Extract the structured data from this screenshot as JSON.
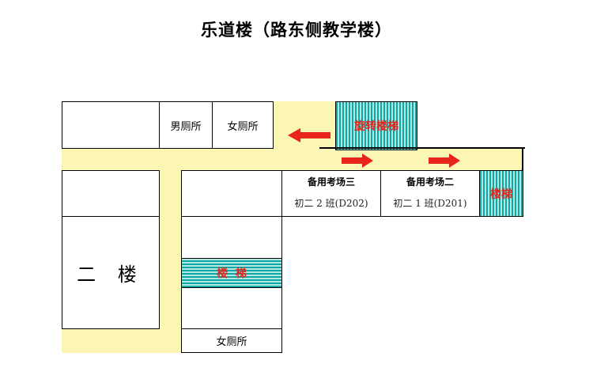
{
  "title": "乐道楼（路东侧教学楼）",
  "rooms": {
    "mens_restroom": "男厕所",
    "womens_restroom_top": "女厕所",
    "womens_restroom_bottom": "女厕所",
    "building_two": "二 楼"
  },
  "stairs": {
    "spiral": "旋转楼梯",
    "right": "楼梯",
    "middle": "楼  梯"
  },
  "exam_rooms": [
    {
      "name": "备用考场三",
      "class": "初二 2 班(D202)"
    },
    {
      "name": "备用考场二",
      "class": "初二 1 班(D201)"
    }
  ],
  "colors": {
    "corridor": "#fcf6b4",
    "stair": "#13a7a3",
    "arrow": "#e8241b"
  }
}
